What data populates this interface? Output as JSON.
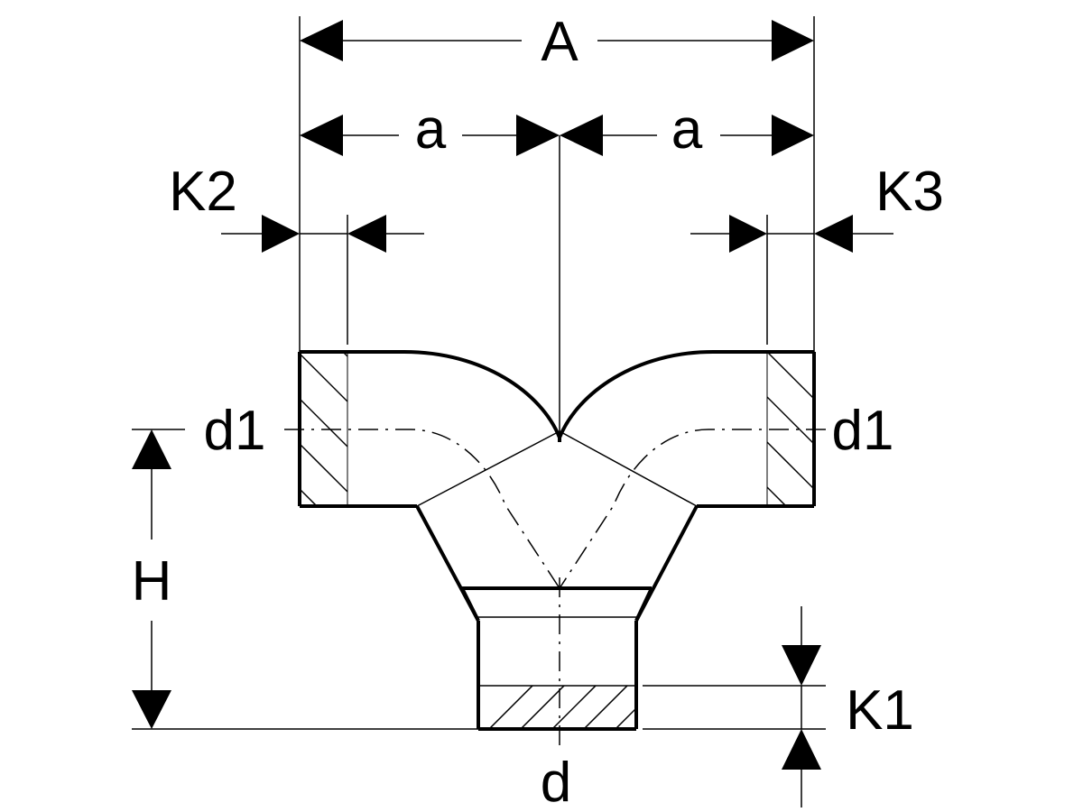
{
  "labels": {
    "overall_width": "A",
    "half_width_left": "a",
    "half_width_right": "a",
    "socket_depth_left": "K2",
    "socket_depth_right": "K3",
    "socket_depth_bottom": "K1",
    "diameter_left": "d1",
    "diameter_right": "d1",
    "diameter_bottom": "d",
    "height": "H"
  },
  "colors": {
    "line": "#000000",
    "background": "#ffffff"
  }
}
